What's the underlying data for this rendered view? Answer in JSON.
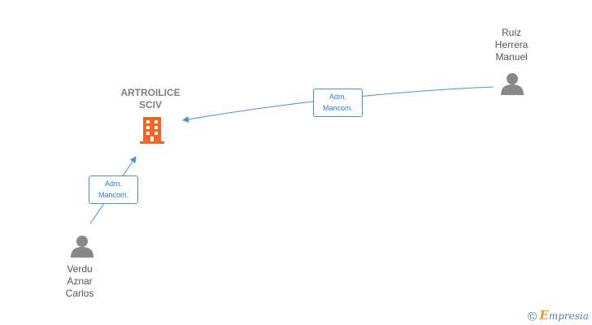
{
  "company": {
    "name_line1": "ARTROILICE",
    "name_line2": "SCIV",
    "icon": "building-icon",
    "icon_color": "#f26522"
  },
  "persons": [
    {
      "line1": "Ruiz",
      "line2": "Herrera",
      "line3": "Manuel",
      "icon": "person-icon"
    },
    {
      "line1": "Verdu",
      "line2": "Aznar",
      "line3": "Carlos",
      "icon": "person-icon"
    }
  ],
  "edges": [
    {
      "label_line1": "Adm.",
      "label_line2": "Mancom.",
      "from": "Ruiz Herrera Manuel",
      "to": "ARTROILICE SCIV"
    },
    {
      "label_line1": "Adm.",
      "label_line2": "Mancom.",
      "from": "Verdu Aznar Carlos",
      "to": "ARTROILICE SCIV"
    }
  ],
  "colors": {
    "edge": "#4a90d9",
    "person_icon": "#888888",
    "text": "#555555"
  },
  "watermark": {
    "copyright": "©",
    "brand_first": "E",
    "brand_rest": "mpresia"
  }
}
